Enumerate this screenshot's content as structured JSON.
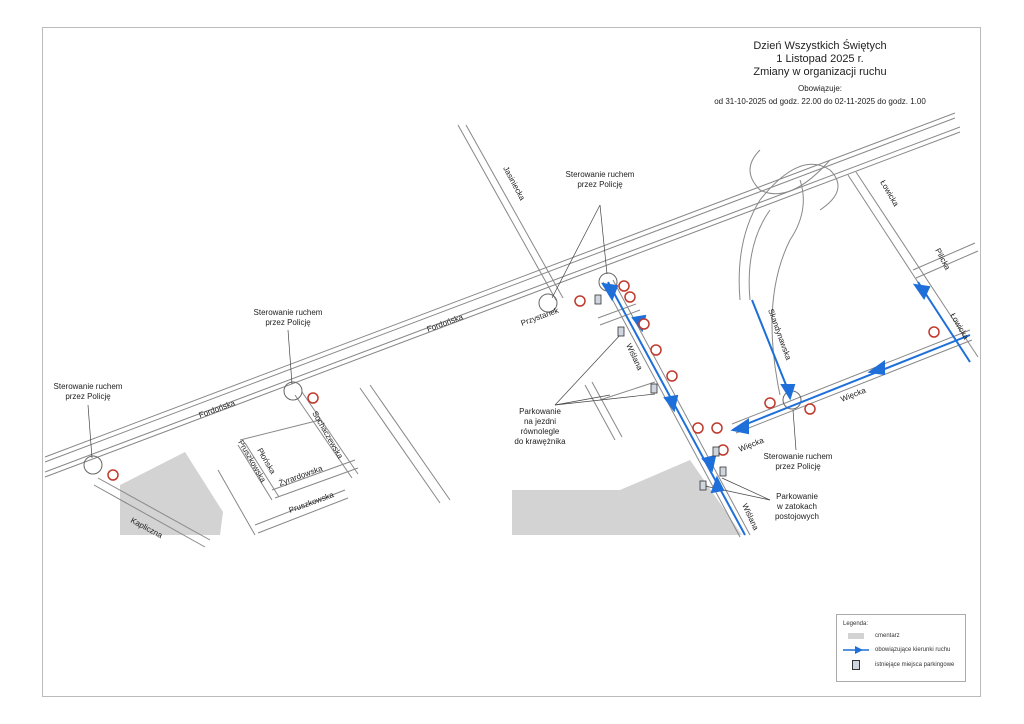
{
  "title": {
    "line1": "Dzień Wszystkich Świętych",
    "line2": "1 Listopad 2025 r.",
    "line3": "Zmiany w organizacji ruchu",
    "valid_label": "Obowiązuje:",
    "valid_range": "od 31-10-2025 od godz. 22.00 do 02-11-2025 do godz. 1.00"
  },
  "streets": {
    "fordonska": "Fordońska",
    "jasiniecka": "Jasiniecka",
    "przystanek": "Przystanek",
    "wislana": "Wiślana",
    "skandynawska": "Skandynawska",
    "wiecka": "Więcka",
    "lowicka": "Łowicka",
    "pilicka": "Pilicka",
    "sochaczewska": "Sochaczewska",
    "plonska": "Płońska",
    "pruszkowska": "Pruszkowska",
    "zyrardowska": "Żyrardowska",
    "kapliczna": "Kapliczna"
  },
  "notes": {
    "police": [
      "Sterowanie ruchem",
      "przez Policję"
    ],
    "parking_street": [
      "Parkowanie",
      "na jezdni",
      "równolegle",
      "do krawężnika"
    ],
    "parking_bays": [
      "Parkowanie",
      "w zatokach",
      "postojowych"
    ]
  },
  "legend": {
    "title": "Legenda:",
    "items": [
      {
        "label": "cmentarz",
        "icon": "cemetery-swatch"
      },
      {
        "label": "obowiązujące kierunki ruchu",
        "icon": "blue-arrow"
      },
      {
        "label": "istniejące miejsca parkingowe",
        "icon": "parking-icon"
      }
    ]
  },
  "colors": {
    "route": "#1e6fd9",
    "cemetery": "#d3d3d3",
    "sign": "#c0392b",
    "road": "#888888"
  }
}
